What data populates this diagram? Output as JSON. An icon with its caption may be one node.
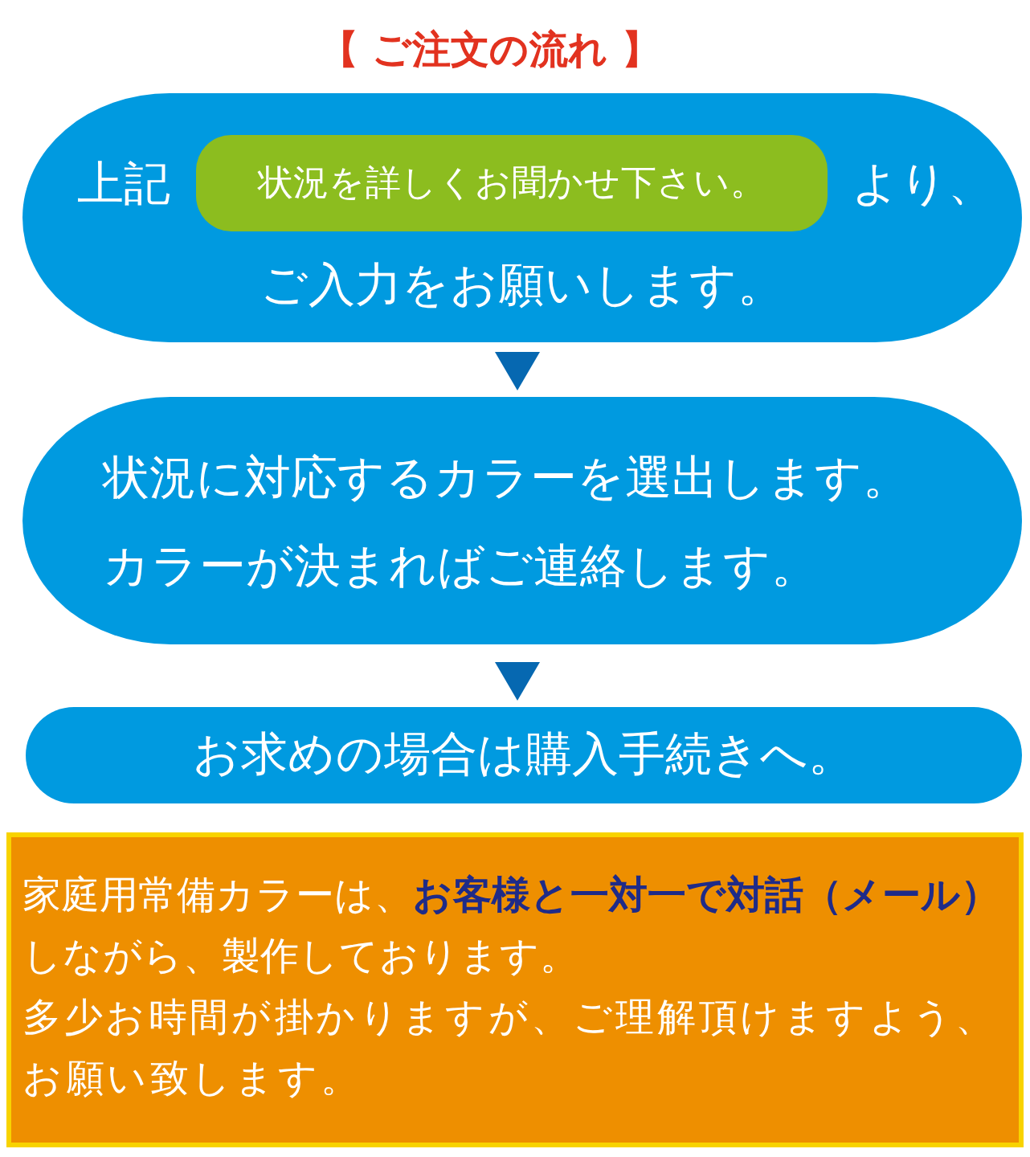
{
  "diagram": {
    "title": "【 ご注文の流れ 】",
    "nodes": [
      {
        "text": [
          "上記",
          "より、",
          "ご入力をお願いします。"
        ]
      },
      {
        "text": [
          "状況を詳しくお聞かせ下さい。"
        ],
        "in": 0
      },
      {
        "text": [
          "状況に対応するカラーを選出します。",
          "カラーが決まればご連絡します。"
        ]
      },
      {
        "text": [
          "お求めの場合は購入手続きへ。"
        ]
      },
      {
        "text": [
          "家庭用常備カラーは、**お客様と一対一で対話（メール）**しながら、製作しております。",
          "多少お時間が掛かりますが、ご理解頂けますよう、お願い致します。"
        ]
      }
    ],
    "edges": [
      {
        "from": 0,
        "to": 2,
        "arrow": "to"
      },
      {
        "from": 2,
        "to": 3,
        "arrow": "to"
      }
    ]
  }
}
